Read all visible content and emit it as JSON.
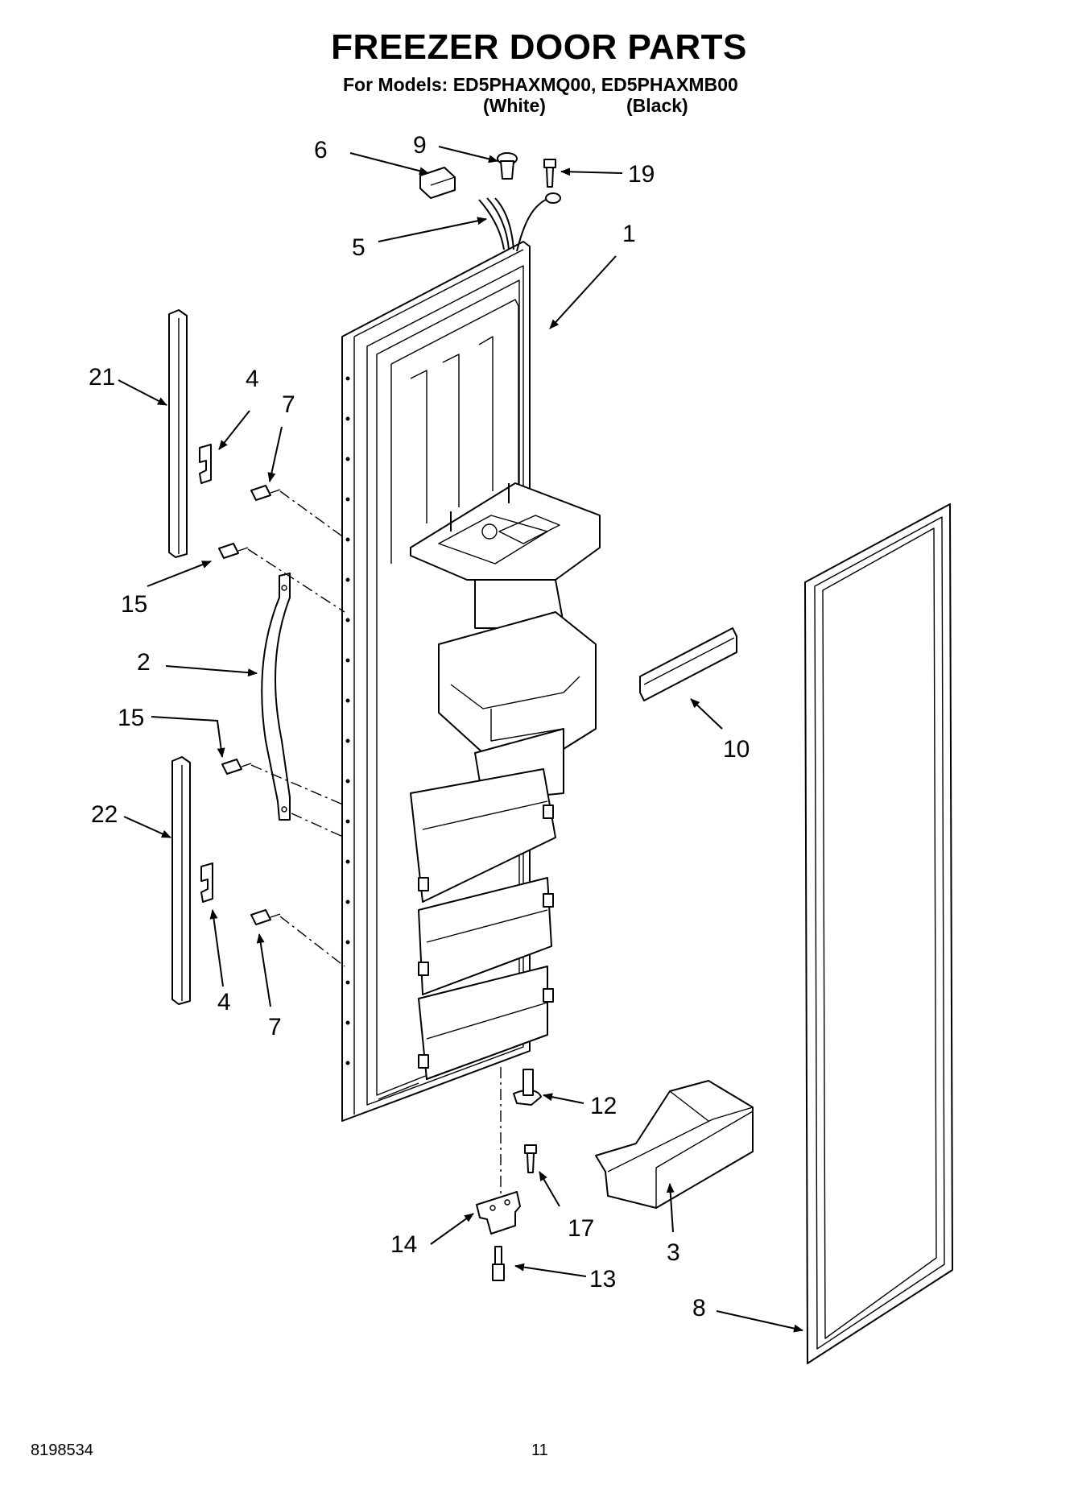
{
  "title": "FREEZER DOOR PARTS",
  "models_line": "For Models: ED5PHAXMQ00, ED5PHAXMB00",
  "variant_white": "(White)",
  "variant_black": "(Black)",
  "callouts": {
    "c1": "1",
    "c2": "2",
    "c3": "3",
    "c4a": "4",
    "c4b": "4",
    "c5": "5",
    "c6": "6",
    "c7a": "7",
    "c7b": "7",
    "c8": "8",
    "c9": "9",
    "c10": "10",
    "c12": "12",
    "c13": "13",
    "c14": "14",
    "c15a": "15",
    "c15b": "15",
    "c17": "17",
    "c19": "19",
    "c21": "21",
    "c22": "22"
  },
  "footer": {
    "doc_number": "8198534",
    "page_number": "11"
  }
}
